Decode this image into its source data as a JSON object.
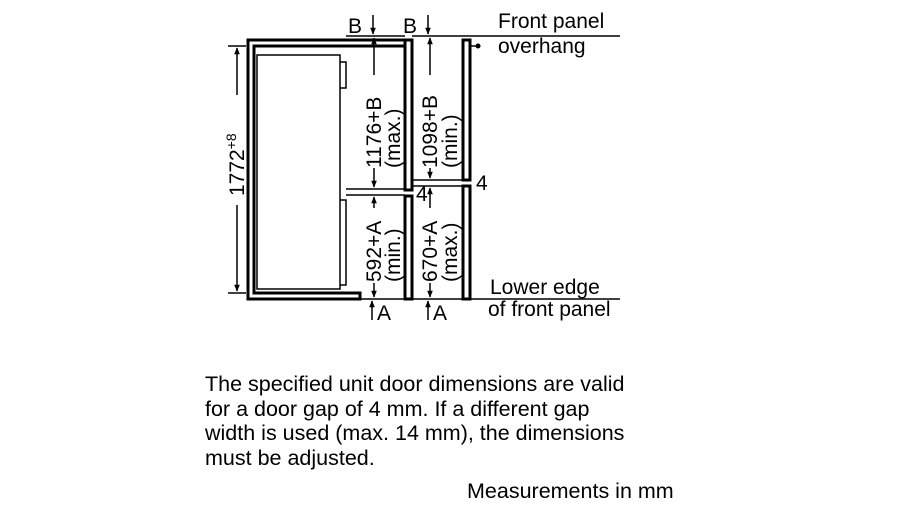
{
  "diagram": {
    "label_b_left": "B",
    "label_b_right": "B",
    "label_a_left": "A",
    "label_a_right": "A",
    "front_panel_line1": "Front panel",
    "front_panel_line2": "overhang",
    "lower_edge_line1": "Lower edge",
    "lower_edge_line2": "of front panel",
    "height_base": "1772",
    "height_tolerance": "+8",
    "upper_cabinet_dim": "1176+B",
    "upper_cabinet_qualifier": "(max.)",
    "upper_door_dim": "1098+B",
    "upper_door_qualifier": "(min.)",
    "lower_cabinet_dim": "592+A",
    "lower_cabinet_qualifier": "(min.)",
    "lower_door_dim": "670+A",
    "lower_door_qualifier": "(max.)",
    "gap_label_upper": "4",
    "gap_label_right": "4"
  },
  "note": {
    "lines": [
      "The specified unit door dimensions are valid",
      "for a door gap of 4 mm. If a different gap",
      "width is used (max. 14 mm), the dimensions",
      "must be adjusted."
    ]
  },
  "units_text": "Measurements in mm"
}
